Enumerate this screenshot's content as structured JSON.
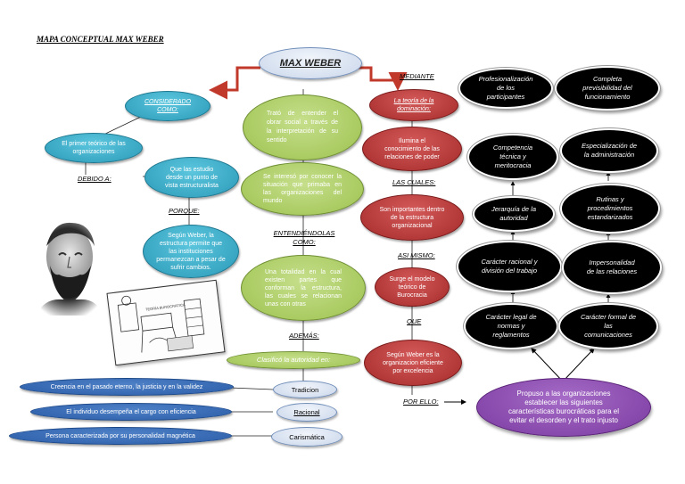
{
  "title": "MAPA CONCEPTUAL MAX WEBER",
  "central": "MAX WEBER",
  "left": {
    "considerado": "CONSIDERADO COMO:",
    "primer_teorico": "El primer teórico de las organizaciones",
    "debido_a": "DEBIDO A:",
    "estudio": "Que las estudio desde un punto de vista estructuralista",
    "porque": "PORQUE:",
    "estructura": "Según Weber, la estructura permite que las instituciones permanezcan a pesar de sufrir cambios."
  },
  "center": {
    "trato": "Trató de entender el obrar social a través de la interpretación de su sentido",
    "interesa": "Se interesó por conocer la situación que primaba en las organizaciones del mundo",
    "entendiendolas": "ENTENDIÉNDOLAS COMO:",
    "totalidad": "Una totalidad en la cual existen partes que conforman la estructura, las cuales se relacionan unas con otras",
    "ademas": "ADEMÁS:",
    "clasifico": "Clasificó la autoridad en:",
    "autoridad": [
      {
        "tipo": "Tradicion",
        "descripcion": "Creencia en el pasado eterno, la justicia y en la validez"
      },
      {
        "tipo": "Racional",
        "descripcion": "El individuo desempeña el cargo con eficiencia"
      },
      {
        "tipo": "Carismática",
        "descripcion": "Persona caracterizada por su personalidad magnética"
      }
    ]
  },
  "right": {
    "mediante": "MEDIANTE",
    "teoria": "La teoría de la dominación:",
    "ilumina": "Ilumina el conocimiento de las relaciones de poder",
    "las_cuales": "LAS CUALES:",
    "son": "Son importantes dentro de la estructura organizacional",
    "asi_mismo": "ASI MISMO:",
    "surge": "Surge el modelo teórico de Burocracia",
    "que": "QUE",
    "segun": "Según Weber es la organizacion eficiente por excelencia",
    "por_ello": "POR ELLO:",
    "propuso": "Propuso a las organizaciones establecer las siguientes características burocráticas para el evitar el desorden y el trato injusto"
  },
  "caracteristicas": {
    "profesionalizacion": "Profesionalización de los participantes",
    "previsibilidad": "Completa previsibilidad del funcionamiento",
    "competencia": "Competencia técnica y meritocracia",
    "especializacion": "Especialización de la administración",
    "jerarquia": "Jerarquía de la autoridad",
    "rutinas": "Rutinas y procedimientos estandarizados",
    "caracter_racional": "Carácter racional y división del trabajo",
    "impersonalidad": "Impersonalidad de las relaciones",
    "caracter_legal": "Carácter legal de normas y reglamentos",
    "caracter_formal": "Carácter formal de las comunicaciones"
  },
  "sketch_caption": "TEORÍA BUROCRÁTICA",
  "colors": {
    "green": "#9dc24f",
    "teal": "#2b9ab8",
    "red": "#a52b2b",
    "black": "#000000",
    "blue": "#2a5da8",
    "purple": "#7a3aa0",
    "arrow": "#c0392b"
  }
}
